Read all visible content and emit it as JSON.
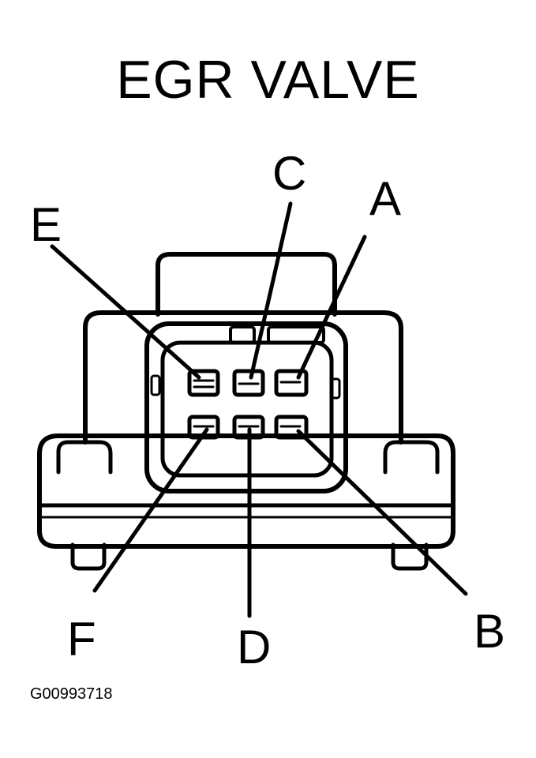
{
  "title": "EGR VALVE",
  "pin_labels": {
    "a": "A",
    "b": "B",
    "c": "C",
    "d": "D",
    "e": "E",
    "f": "F"
  },
  "figure_id": "G00993718",
  "colors": {
    "ink": "#000000",
    "background": "#ffffff"
  }
}
